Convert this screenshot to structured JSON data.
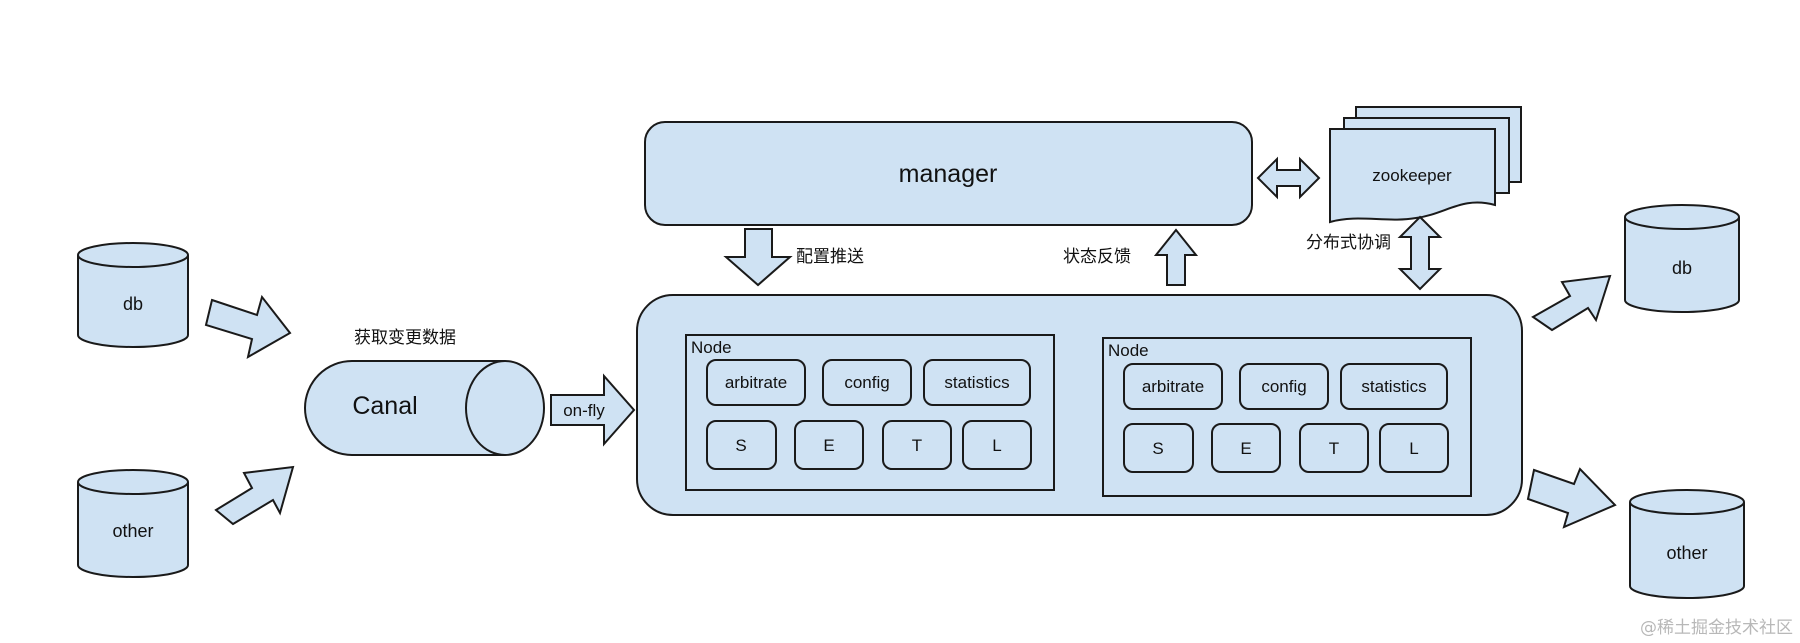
{
  "diagram": {
    "sources": {
      "db": "db",
      "other": "other"
    },
    "targets": {
      "db": "db",
      "other": "other"
    },
    "canal": {
      "label": "Canal",
      "caption": "获取变更数据"
    },
    "onfly": "on-fly",
    "manager": "manager",
    "zookeeper": "zookeeper",
    "labels": {
      "config_push": "配置推送",
      "status_feedback": "状态反馈",
      "coordination": "分布式协调"
    },
    "node_left": {
      "title": "Node",
      "arbitrate": "arbitrate",
      "config": "config",
      "statistics": "statistics",
      "s": "S",
      "e": "E",
      "t": "T",
      "l": "L"
    },
    "node_right": {
      "title": "Node",
      "arbitrate": "arbitrate",
      "config": "config",
      "statistics": "statistics",
      "s": "S",
      "e": "E",
      "t": "T",
      "l": "L"
    },
    "watermark": "@稀土掘金技术社区"
  }
}
